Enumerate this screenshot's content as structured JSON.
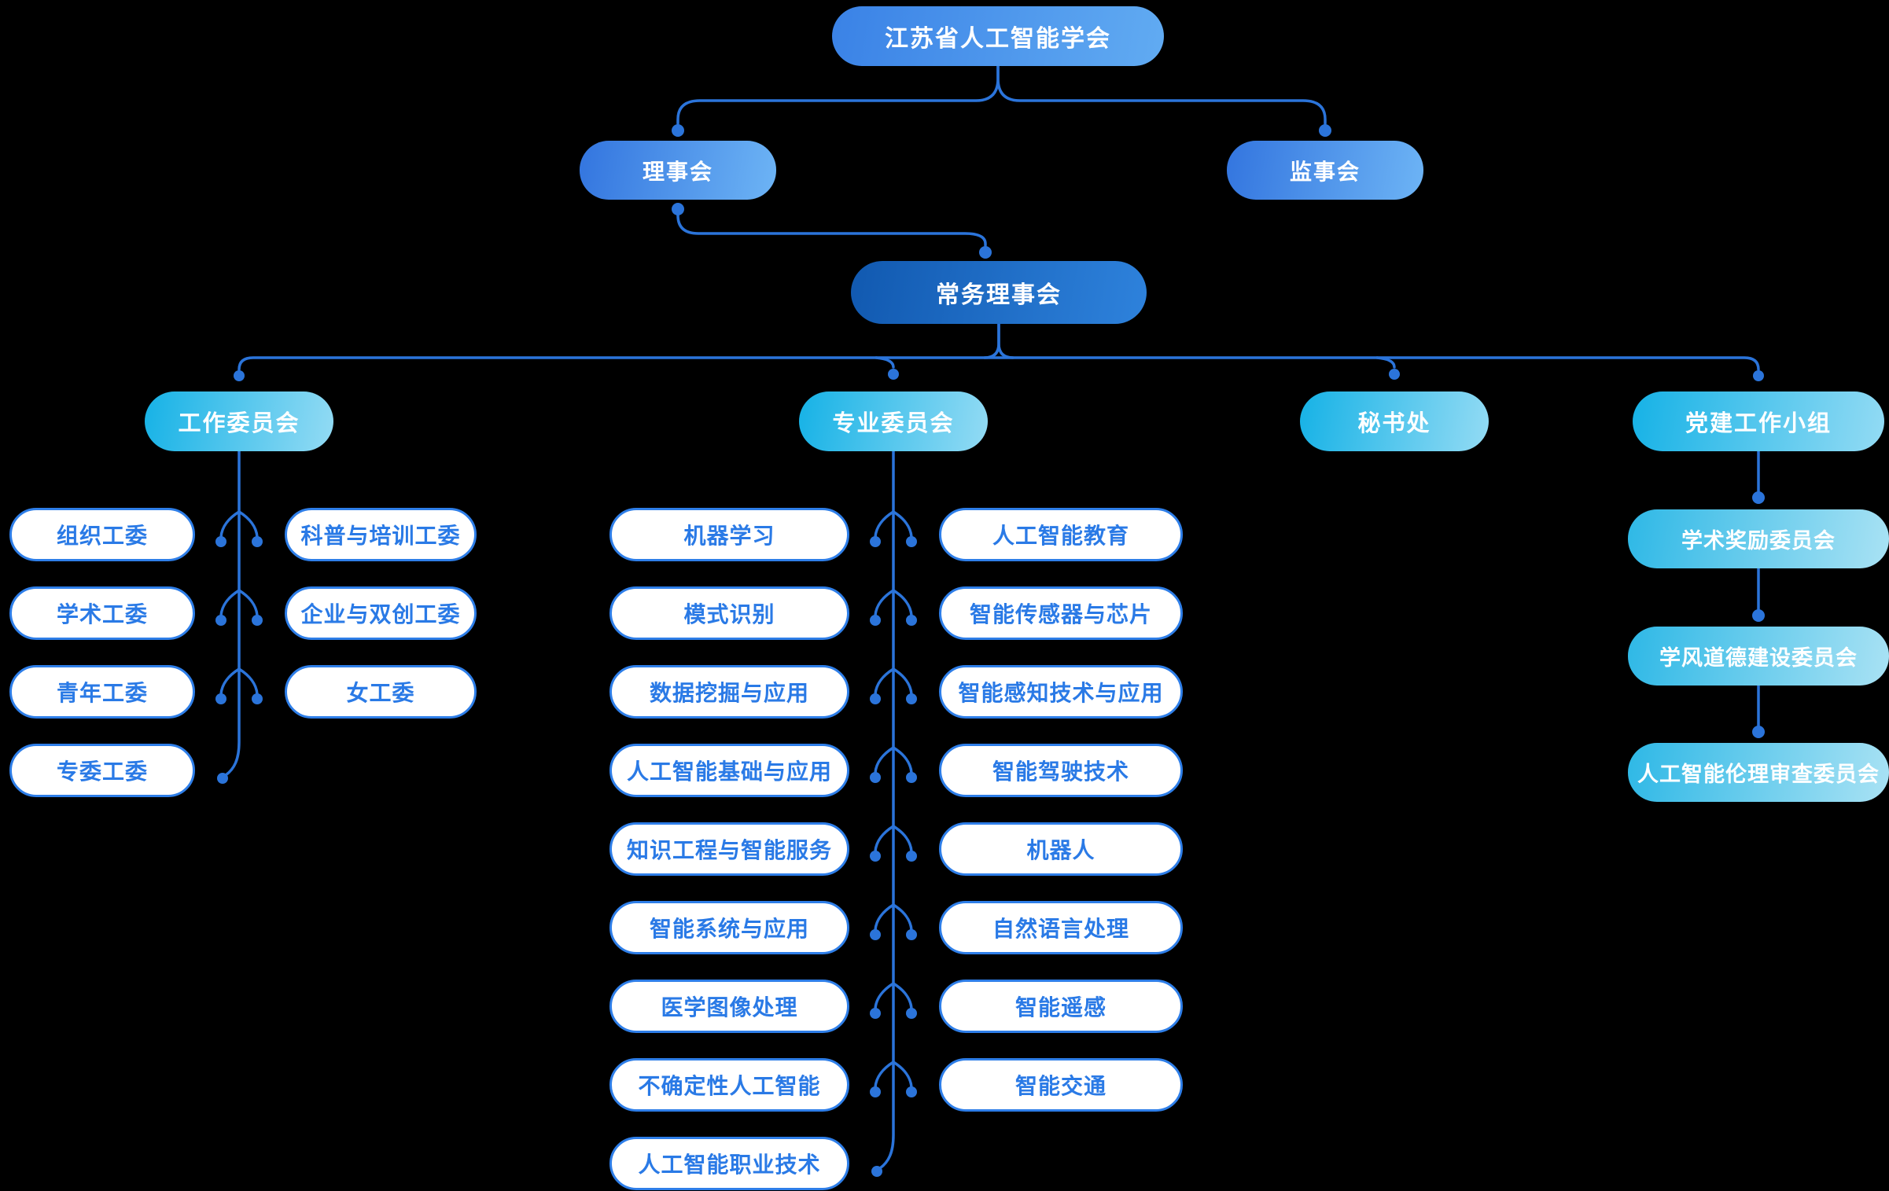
{
  "org_chart": {
    "root": "江苏省人工智能学会",
    "council": "理事会",
    "supervisory_board": "监事会",
    "standing_council": "常务理事会",
    "branches": {
      "work_committee": "工作委员会",
      "professional_committee": "专业委员会",
      "secretariat": "秘书处",
      "party_group": "党建工作小组"
    },
    "work_committees_left": [
      "组织工委",
      "学术工委",
      "青年工委",
      "专委工委"
    ],
    "work_committees_right": [
      "科普与培训工委",
      "企业与双创工委",
      "女工委"
    ],
    "professional_left": [
      "机器学习",
      "模式识别",
      "数据挖掘与应用",
      "人工智能基础与应用",
      "知识工程与智能服务",
      "智能系统与应用",
      "医学图像处理",
      "不确定性人工智能",
      "人工智能职业技术"
    ],
    "professional_right": [
      "人工智能教育",
      "智能传感器与芯片",
      "智能感知技术与应用",
      "智能驾驶技术",
      "机器人",
      "自然语言处理",
      "智能遥感",
      "智能交通"
    ],
    "party_committees": [
      "学术奖励委员会",
      "学风道德建设委员会",
      "人工智能伦理审查委员会"
    ],
    "colors": {
      "connector": "#2b74da",
      "lv1_a": "#3a82e6",
      "lv1_b": "#61abf2",
      "lv2_a": "#3375df",
      "lv2_b": "#6db4f5",
      "lv3_a": "#1159b0",
      "lv3_b": "#2e82dc",
      "lv4_a": "#16b2e6",
      "lv4_b": "#93dbf4",
      "party_a": "#2eb8e6",
      "party_b": "#a9e2f4",
      "pill_border": "#2e7ee8",
      "pill_text": "#2a7ae6"
    }
  }
}
